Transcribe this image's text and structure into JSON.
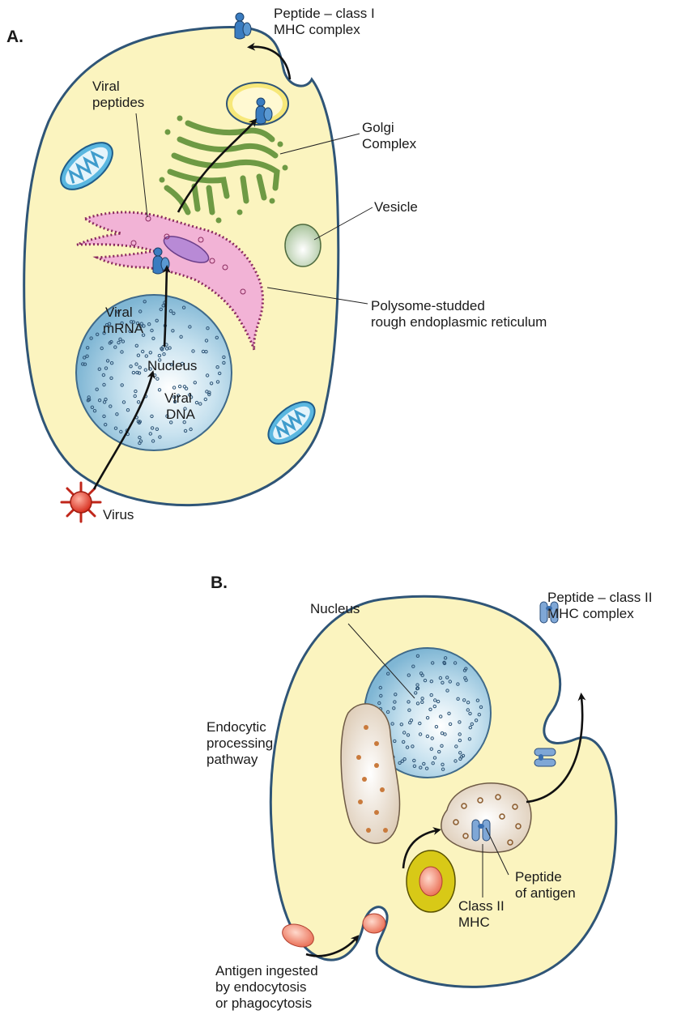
{
  "panel_a": {
    "letter": "A.",
    "labels": {
      "peptide_class1": [
        "Peptide – class I",
        "MHC complex"
      ],
      "viral_peptides": [
        "Viral",
        "peptides"
      ],
      "golgi": [
        "Golgi",
        "Complex"
      ],
      "vesicle": "Vesicle",
      "rer": [
        "Polysome-studded",
        "rough endoplasmic reticulum"
      ],
      "viral_mrna": [
        "Viral",
        "mRNA"
      ],
      "nucleus": "Nucleus",
      "viral_dna": [
        "Viral",
        "DNA"
      ],
      "virus": "Virus"
    }
  },
  "panel_b": {
    "letter": "B.",
    "labels": {
      "nucleus": "Nucleus",
      "peptide_class2": [
        "Peptide – class II",
        "MHC complex"
      ],
      "endocytic": [
        "Endocytic",
        "processing",
        "pathway"
      ],
      "peptide_antigen": [
        "Peptide",
        "of antigen"
      ],
      "class2_mhc": [
        "Class II",
        "MHC"
      ],
      "antigen_ingested": [
        "Antigen ingested",
        "by endocytosis",
        "or phagocytosis"
      ]
    }
  },
  "colors": {
    "cytoplasm": "#fbf4bf",
    "membrane": "#2f5577",
    "nucleus": "#9cc9e0",
    "er": "#f2b3d6",
    "golgi": "#6e9a44",
    "mhc": "#3a7cc0",
    "virus": "#e23a2a",
    "antigen": "#f08066",
    "vesicle_brown": "#e9dccb"
  }
}
